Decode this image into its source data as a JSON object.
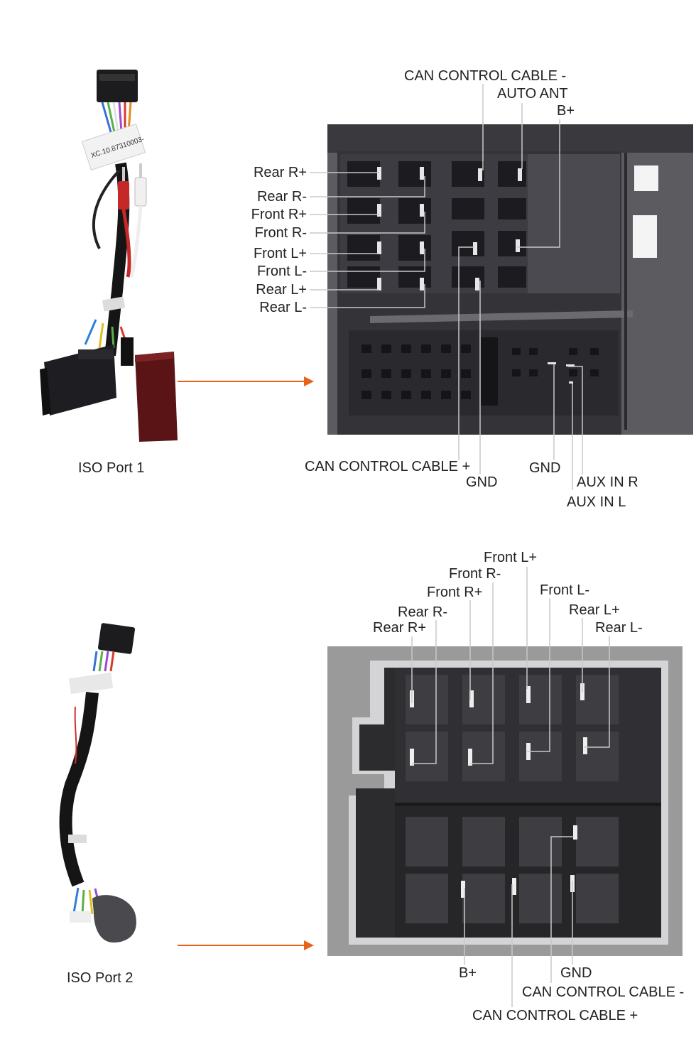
{
  "port1": {
    "caption": "ISO Port 1",
    "labels": {
      "can_minus": "CAN CONTROL CABLE -",
      "auto_ant": "AUTO ANT",
      "b_plus": "B+",
      "rear_r_plus": "Rear R+",
      "rear_r_minus": "Rear R-",
      "front_r_plus": "Front R+",
      "front_r_minus": "Front R-",
      "front_l_plus": "Front L+",
      "front_l_minus": "Front L-",
      "rear_l_plus": "Rear L+",
      "rear_l_minus": "Rear L-",
      "can_plus": "CAN CONTROL CABLE +",
      "gnd_left": "GND",
      "gnd_right": "GND",
      "aux_in_r": "AUX IN R",
      "aux_in_l": "AUX IN L"
    },
    "cable_tag": "XC.10.87310003-"
  },
  "port2": {
    "caption": "ISO Port 2",
    "labels": {
      "front_l_plus": "Front L+",
      "front_r_minus": "Front R-",
      "front_r_plus": "Front R+",
      "front_l_minus": "Front L-",
      "rear_r_minus": "Rear R-",
      "rear_l_plus": "Rear L+",
      "rear_r_plus": "Rear R+",
      "rear_l_minus": "Rear L-",
      "b_plus": "B+",
      "gnd": "GND",
      "can_minus": "CAN CONTROL CABLE -",
      "can_plus": "CAN CONTROL CABLE +"
    }
  },
  "colors": {
    "arrow": "#e8621a",
    "leader": "#c8c8c8",
    "connector1": "#4a4a4e",
    "connector2": "#2c2c2e",
    "foam": "#9a9a9a"
  }
}
